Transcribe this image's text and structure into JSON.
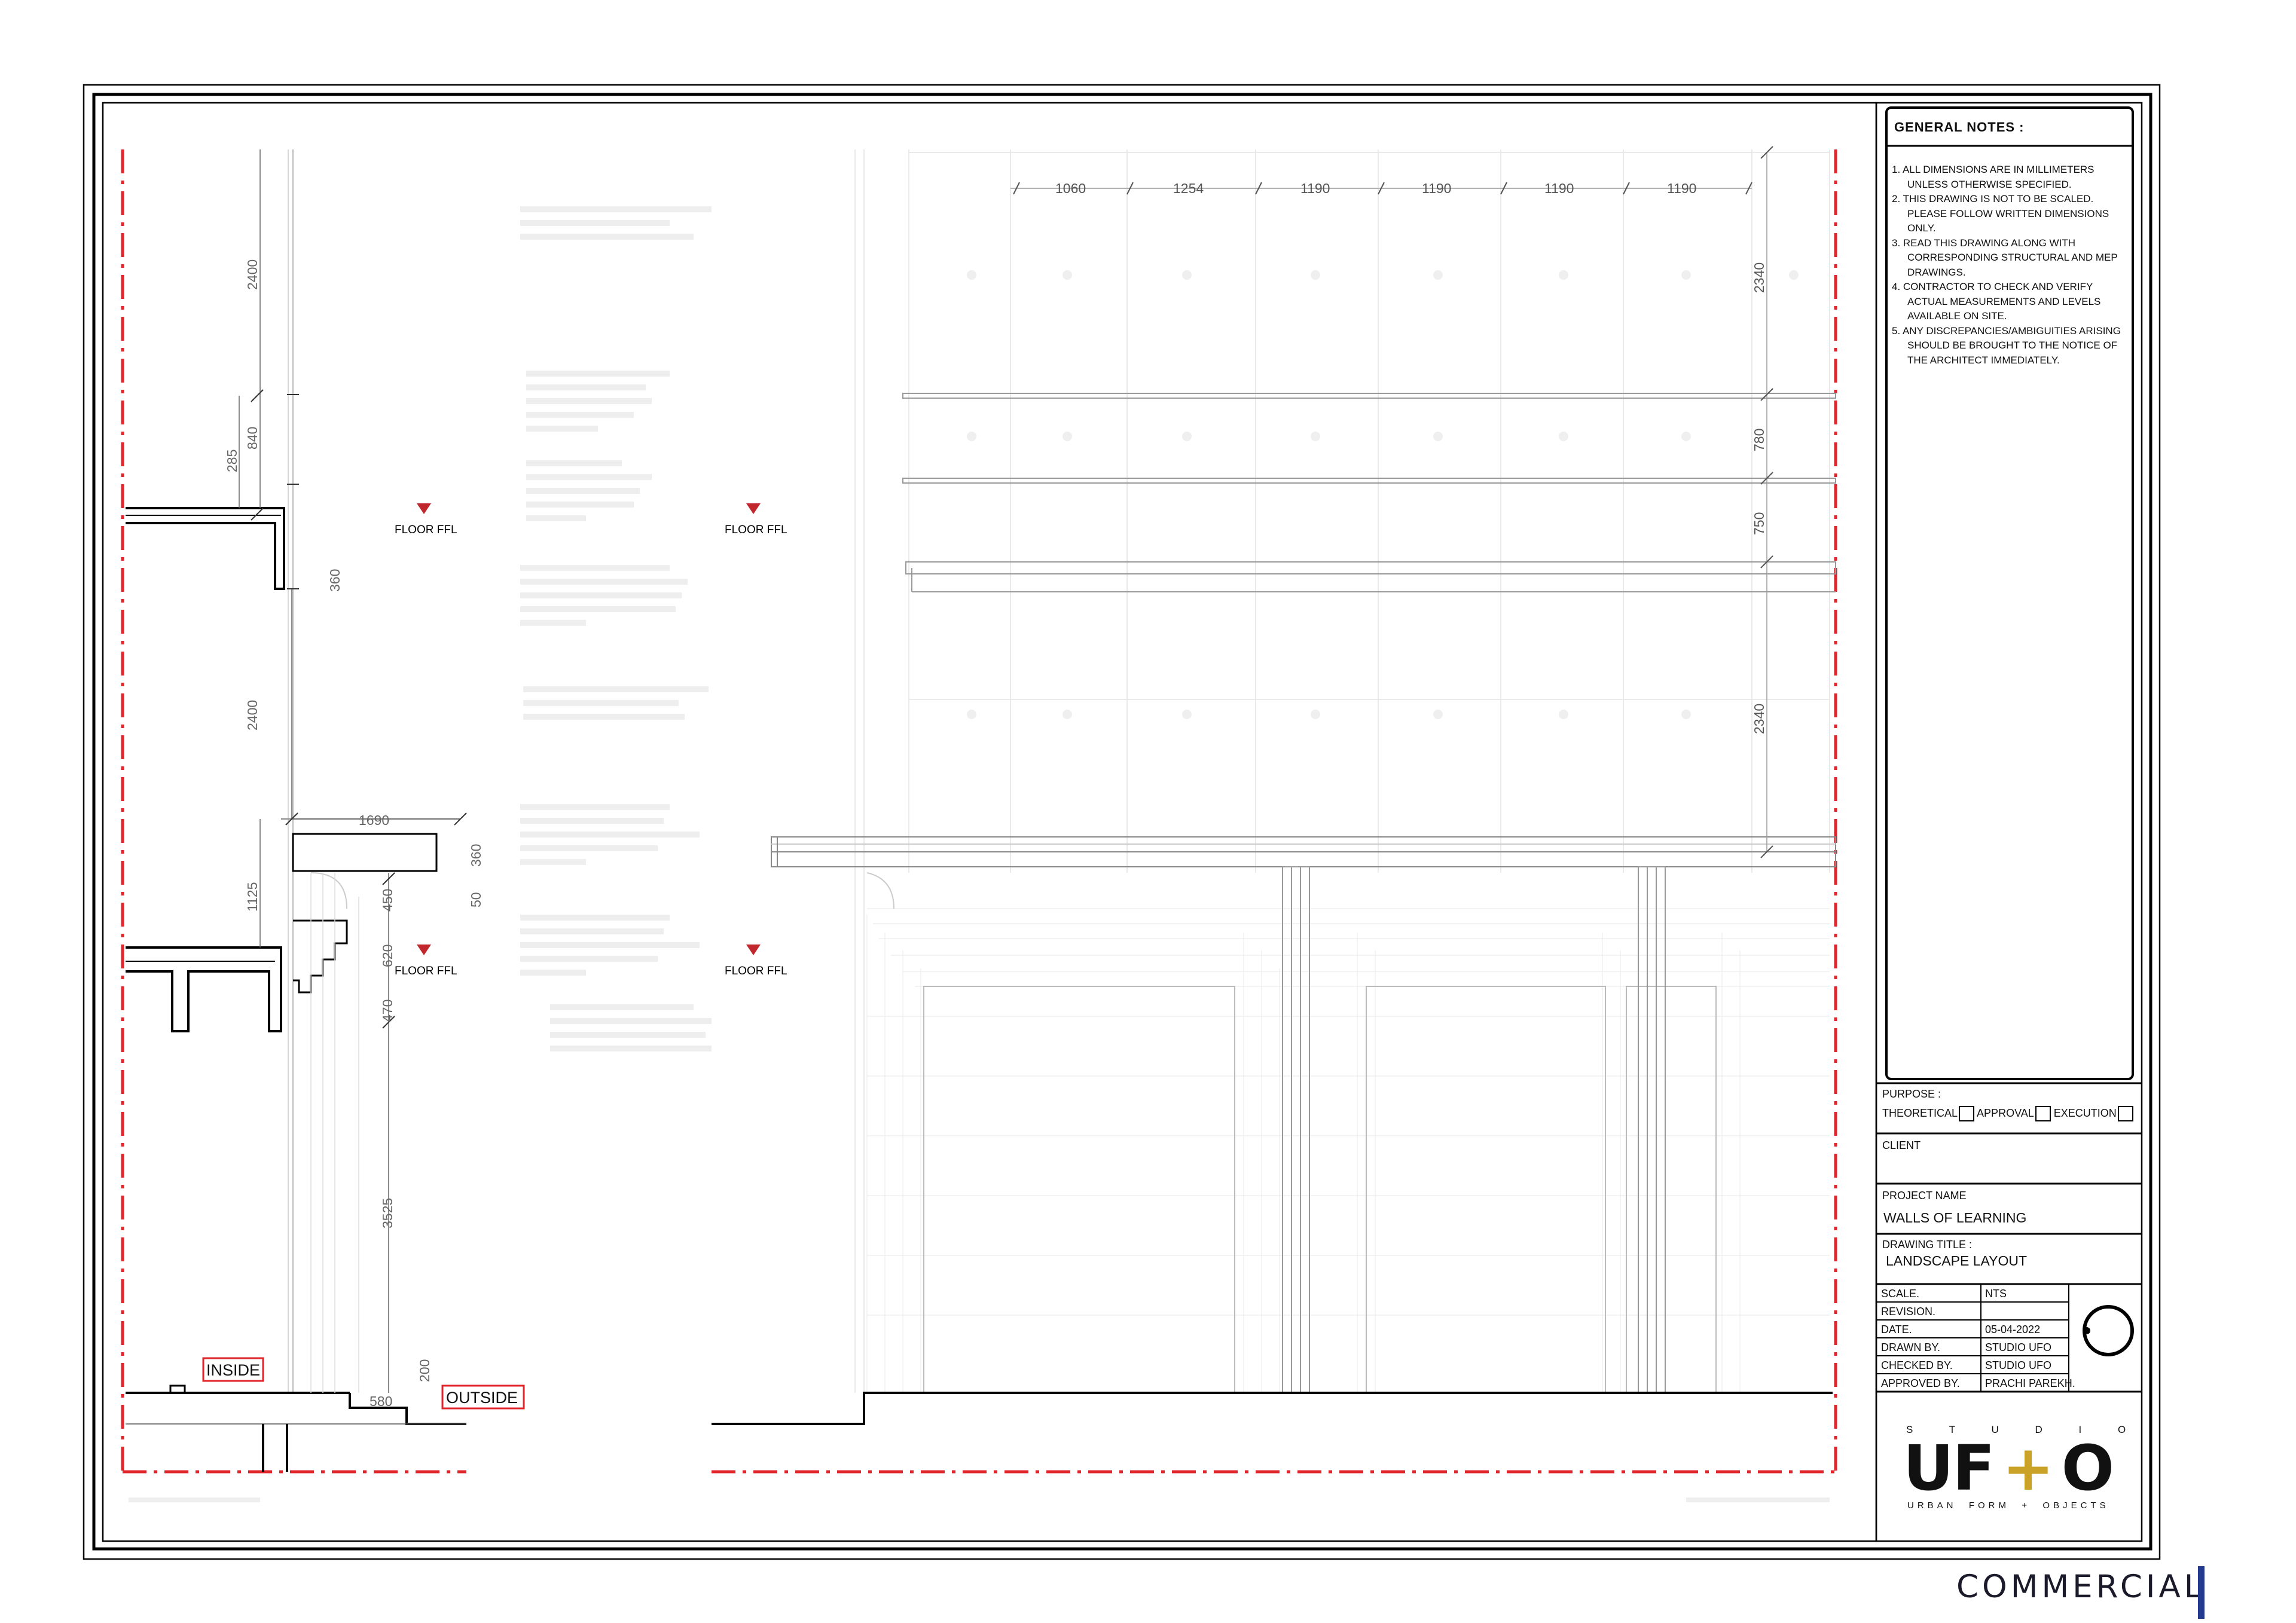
{
  "general_notes": {
    "title": "GENERAL NOTES :",
    "items": [
      "1.  ALL DIMENSIONS ARE IN MILLIMETERS UNLESS OTHERWISE SPECIFIED.",
      "2. THIS DRAWING IS NOT TO BE SCALED. PLEASE FOLLOW WRITTEN DIMENSIONS ONLY.",
      "3. READ THIS DRAWING ALONG WITH CORRESPONDING STRUCTURAL AND MEP DRAWINGS.",
      "4. CONTRACTOR TO CHECK AND VERIFY ACTUAL MEASUREMENTS AND LEVELS AVAILABLE ON SITE.",
      "5. ANY DISCREPANCIES/AMBIGUITIES ARISING SHOULD BE BROUGHT TO THE NOTICE OF THE ARCHITECT IMMEDIATELY."
    ]
  },
  "title_block": {
    "purpose_label": "PURPOSE :",
    "purpose_options": [
      "THEORETICAL",
      "APPROVAL",
      "EXECUTION"
    ],
    "client_label": "CLIENT",
    "project_name_label": "PROJECT NAME",
    "project_name": "WALLS OF LEARNING",
    "drawing_title_label": "DRAWING TITLE :",
    "drawing_title": "LANDSCAPE LAYOUT",
    "rows": [
      {
        "label": "SCALE.",
        "value": "NTS"
      },
      {
        "label": "REVISION.",
        "value": ""
      },
      {
        "label": "DATE.",
        "value": "05-04-2022"
      },
      {
        "label": "DRAWN BY.",
        "value": "STUDIO UFO"
      },
      {
        "label": "CHECKED BY.",
        "value": "STUDIO UFO"
      },
      {
        "label": "APPROVED BY.",
        "value": "PRACHI PAREKH."
      }
    ]
  },
  "logo": {
    "top": "S T U D I O",
    "left": "UF",
    "plus": "+",
    "right": "O",
    "bottom": "URBAN  FORM  +  OBJECTS",
    "plus_color": "#c9a227"
  },
  "footer": {
    "commercial": "COMMERCIAL",
    "bar_color": "#233a8f"
  },
  "drawing": {
    "section_dims": [
      "2400",
      "840",
      "285",
      "360",
      "2400",
      "1690",
      "360",
      "50",
      "1125",
      "450",
      "620",
      "470",
      "3525",
      "200",
      "580"
    ],
    "floor_markers": [
      "FLOOR FFL",
      "FLOOR FFL",
      "FLOOR FFL",
      "FLOOR FFL"
    ],
    "marker_color": "#c0282d",
    "cut_line_color": "#e0262b",
    "tags": [
      "INSIDE",
      "OUTSIDE"
    ],
    "elevation_top_dims": [
      "1060",
      "1254",
      "1190",
      "1190",
      "1190",
      "1190"
    ],
    "elevation_side_dims": [
      "2340",
      "780",
      "750",
      "2340"
    ]
  }
}
